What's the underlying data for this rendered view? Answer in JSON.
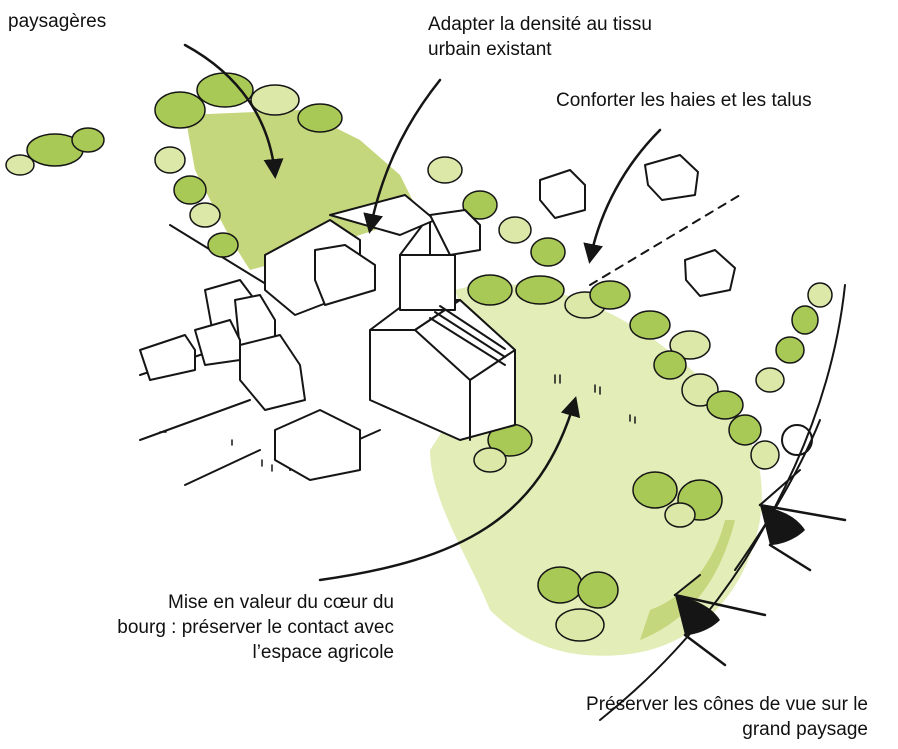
{
  "annotations": {
    "top_left_partial": "paysagères",
    "density": "Adapter la densité au tissu\nurbain existant",
    "hedges": "Conforter les haies et les talus",
    "village_heart": "Mise en valeur du cœur du\nbourg : préserver le contact avec\nl’espace agricole",
    "view_cones": "Préserver les cônes de vue sur le\ngrand paysage"
  },
  "colors": {
    "meadow_light": "#e3edb8",
    "meadow_strong": "#c5d77c",
    "tree_green": "#a9c957",
    "tree_pale": "#dbe8a8",
    "ink": "#151515",
    "background": "#ffffff"
  },
  "icons": {
    "view_cone": "eye-cone-icon",
    "tree": "tree-canopy-icon",
    "arrow": "curved-arrow-icon"
  }
}
